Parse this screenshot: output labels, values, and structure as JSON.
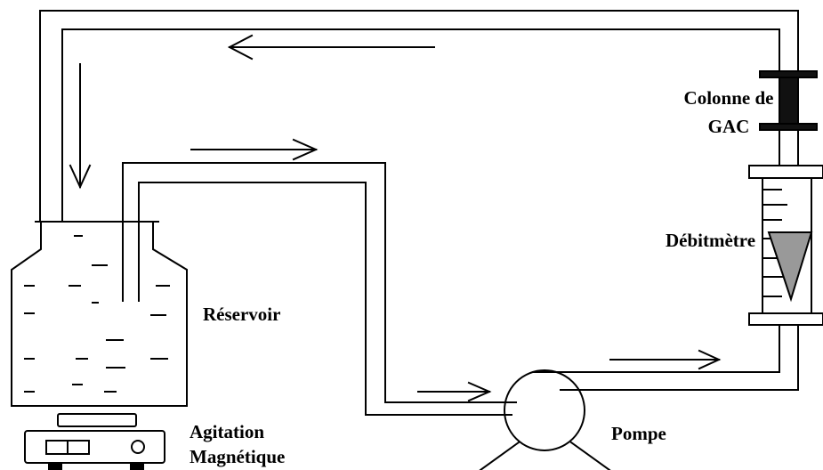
{
  "labels": {
    "column": "Colonne de\nGAC",
    "flowmeter": "Débitmètre",
    "reservoir": "Réservoir",
    "stirring": "Agitation\nMagnétique",
    "pump": "Pompe"
  },
  "colors": {
    "stroke": "#000000",
    "column_fill": "#111111",
    "float_fill": "#999999",
    "background": "#ffffff"
  }
}
